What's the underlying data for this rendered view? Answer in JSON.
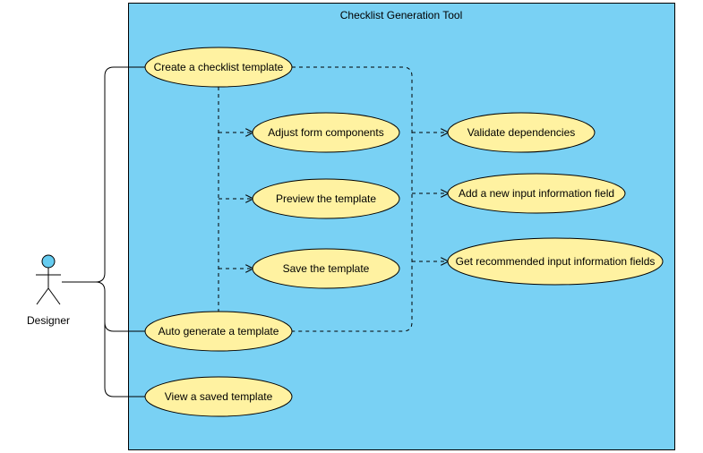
{
  "system": {
    "title": "Checklist Generation Tool",
    "fill": "#79D1F4",
    "stroke": "#000000"
  },
  "actor": {
    "label": "Designer",
    "head_fill": "#66CCF0"
  },
  "use_case_style": {
    "fill": "#FFF2A1",
    "stroke": "#000000"
  },
  "use_cases": {
    "create": "Create a checklist template",
    "adjust": "Adjust form components",
    "preview": "Preview the template",
    "save": "Save the template",
    "auto": "Auto generate a template",
    "view": "View a saved template",
    "validate": "Validate dependencies",
    "add_field": "Add a new input information field",
    "recommend": "Get recommended input information fields"
  }
}
